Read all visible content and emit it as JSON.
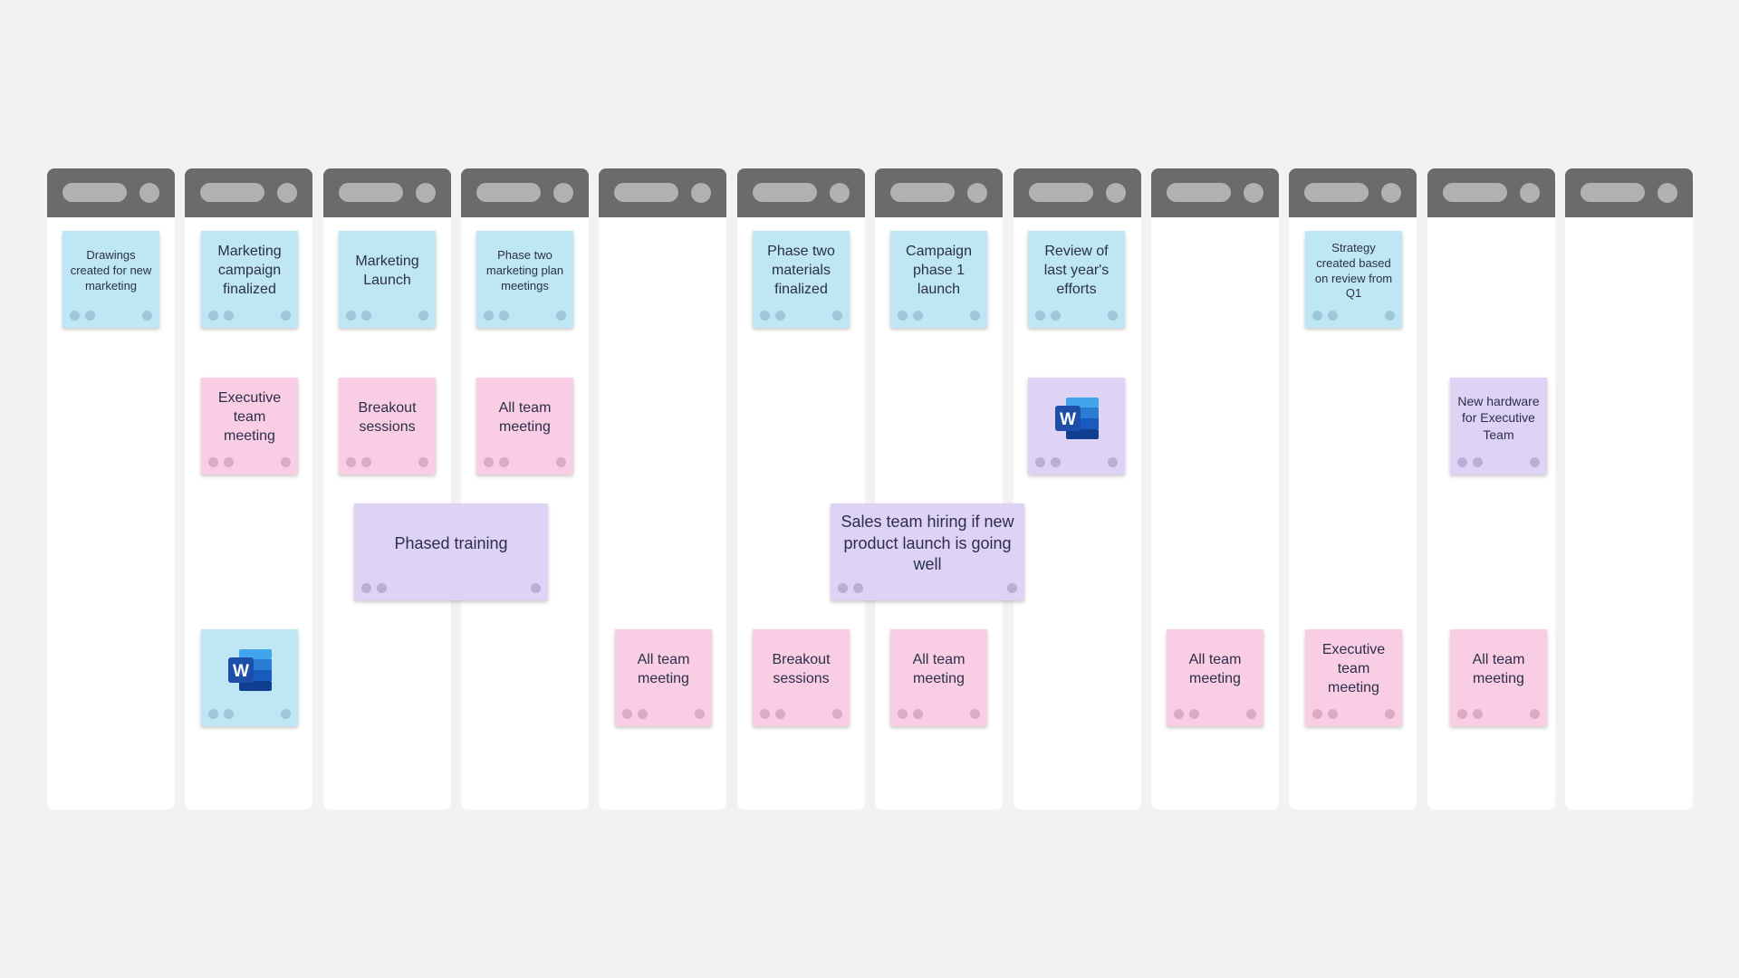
{
  "board": {
    "columns": [
      {
        "id": "col-1"
      },
      {
        "id": "col-2"
      },
      {
        "id": "col-3"
      },
      {
        "id": "col-4"
      },
      {
        "id": "col-5"
      },
      {
        "id": "col-6"
      },
      {
        "id": "col-7"
      },
      {
        "id": "col-8"
      },
      {
        "id": "col-9"
      },
      {
        "id": "col-10"
      },
      {
        "id": "col-11"
      },
      {
        "id": "col-12"
      }
    ]
  },
  "notes": {
    "n1": "Drawings created for new marketing",
    "n2": "Marketing campaign finalized",
    "n3": "Marketing Launch",
    "n4": "Phase two marketing plan meetings",
    "n5": "Phase two materials finalized",
    "n6": "Campaign phase 1 launch",
    "n7": "Review of last year's efforts",
    "n8": "Strategy created based on review from Q1",
    "n9": "Executive team meeting",
    "n10": "Breakout sessions",
    "n11": "All team meeting",
    "n12": "New hardware for Executive Team",
    "n13": "Phased training",
    "n14": "Sales team hiring if new product launch is going well",
    "n15": "All team meeting",
    "n16": "Breakout sessions",
    "n17": "All team meeting",
    "n18": "All team meeting",
    "n19": "Executive team meeting",
    "n20": "All team meeting",
    "word_icon_letter": "W"
  },
  "colors": {
    "background": "#f2f2f2",
    "column_header": "#6b6b6b",
    "note_blue": "#bfe6f5",
    "note_pink": "#f9cde4",
    "note_purple": "#ded3f5",
    "word_dark": "#1e4fa8",
    "word_light": "#41a5ee"
  }
}
